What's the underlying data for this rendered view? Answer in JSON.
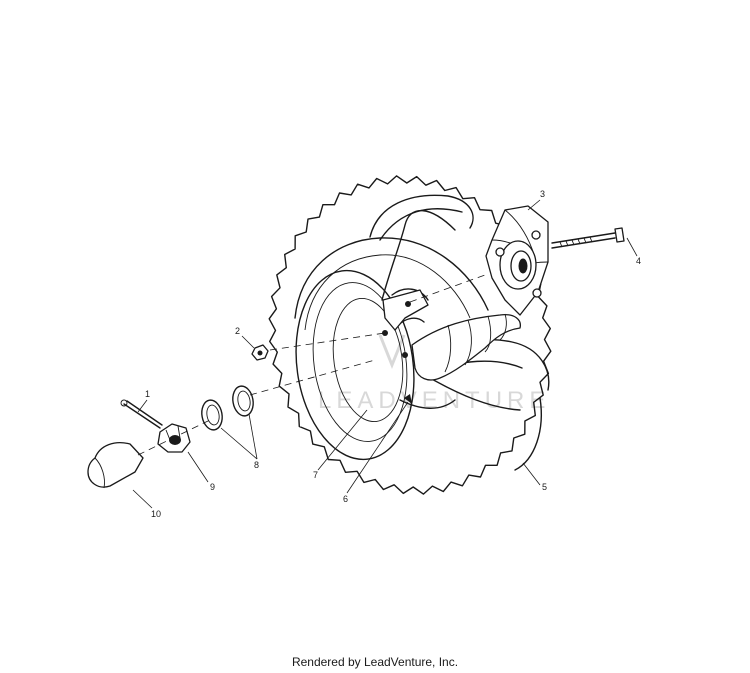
{
  "callouts": [
    {
      "id": "1",
      "label": "1"
    },
    {
      "id": "2",
      "label": "2"
    },
    {
      "id": "3",
      "label": "3"
    },
    {
      "id": "4",
      "label": "4"
    },
    {
      "id": "5",
      "label": "5"
    },
    {
      "id": "6",
      "label": "6"
    },
    {
      "id": "7",
      "label": "7"
    },
    {
      "id": "8",
      "label": "8"
    },
    {
      "id": "9",
      "label": "9"
    },
    {
      "id": "10",
      "label": "10"
    }
  ],
  "watermark": "LEADVENTURE",
  "credit": "Rendered by LeadVenture, Inc.",
  "colors": {
    "ink": "#1a1a1a",
    "background": "#ffffff",
    "watermark": "#cfcfcf"
  }
}
